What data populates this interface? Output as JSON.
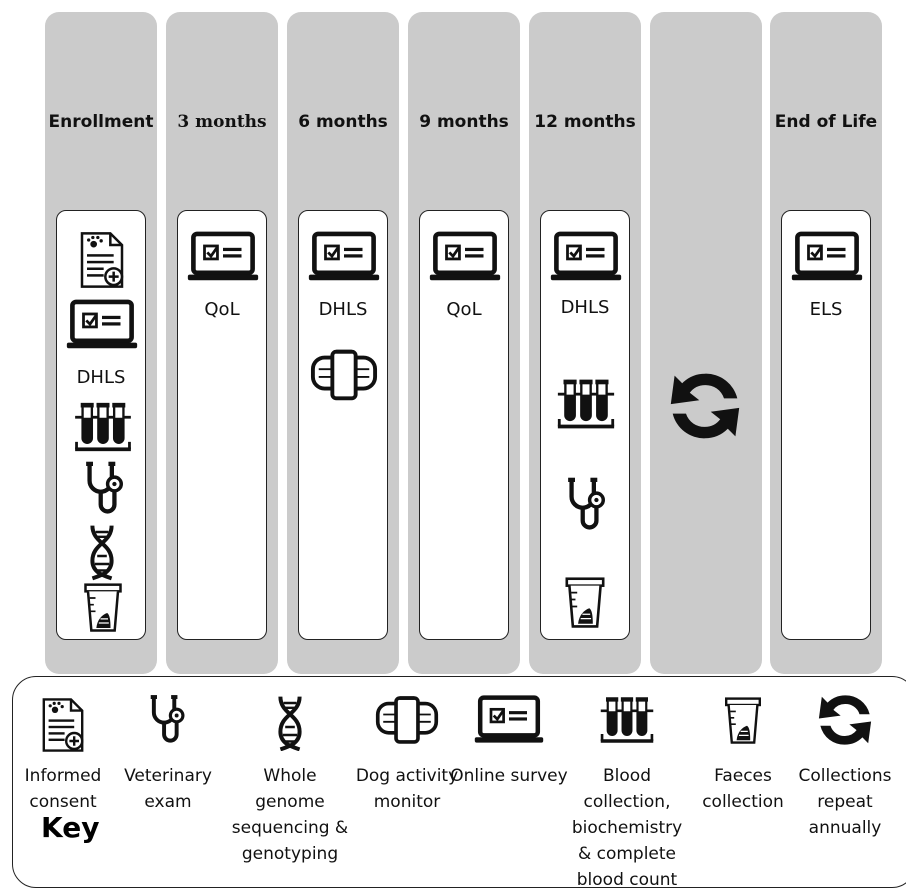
{
  "columns": [
    {
      "title": "Enrollment",
      "labels": [
        "DHLS"
      ]
    },
    {
      "title": "3 months",
      "labels": [
        "QoL"
      ]
    },
    {
      "title": "6 months",
      "labels": [
        "DHLS"
      ]
    },
    {
      "title": "9 months",
      "labels": [
        "QoL"
      ]
    },
    {
      "title": "12 months",
      "labels": [
        "DHLS"
      ]
    },
    {
      "title": "",
      "labels": []
    },
    {
      "title": "End of Life",
      "labels": [
        "ELS"
      ]
    }
  ],
  "key": {
    "title": "Key",
    "items": [
      {
        "icon": "consent-form-icon",
        "label": "Informed consent"
      },
      {
        "icon": "stethoscope-icon",
        "label": "Veterinary exam"
      },
      {
        "icon": "dna-icon",
        "label": "Whole genome sequencing & genotyping"
      },
      {
        "icon": "activity-monitor-icon",
        "label": "Dog activity monitor"
      },
      {
        "icon": "laptop-survey-icon",
        "label": "Online survey"
      },
      {
        "icon": "blood-tubes-icon",
        "label": "Blood collection, biochemistry & complete blood count"
      },
      {
        "icon": "faeces-cup-icon",
        "label": "Faeces collection"
      },
      {
        "icon": "repeat-arrows-icon",
        "label": "Collections repeat annually"
      }
    ]
  }
}
